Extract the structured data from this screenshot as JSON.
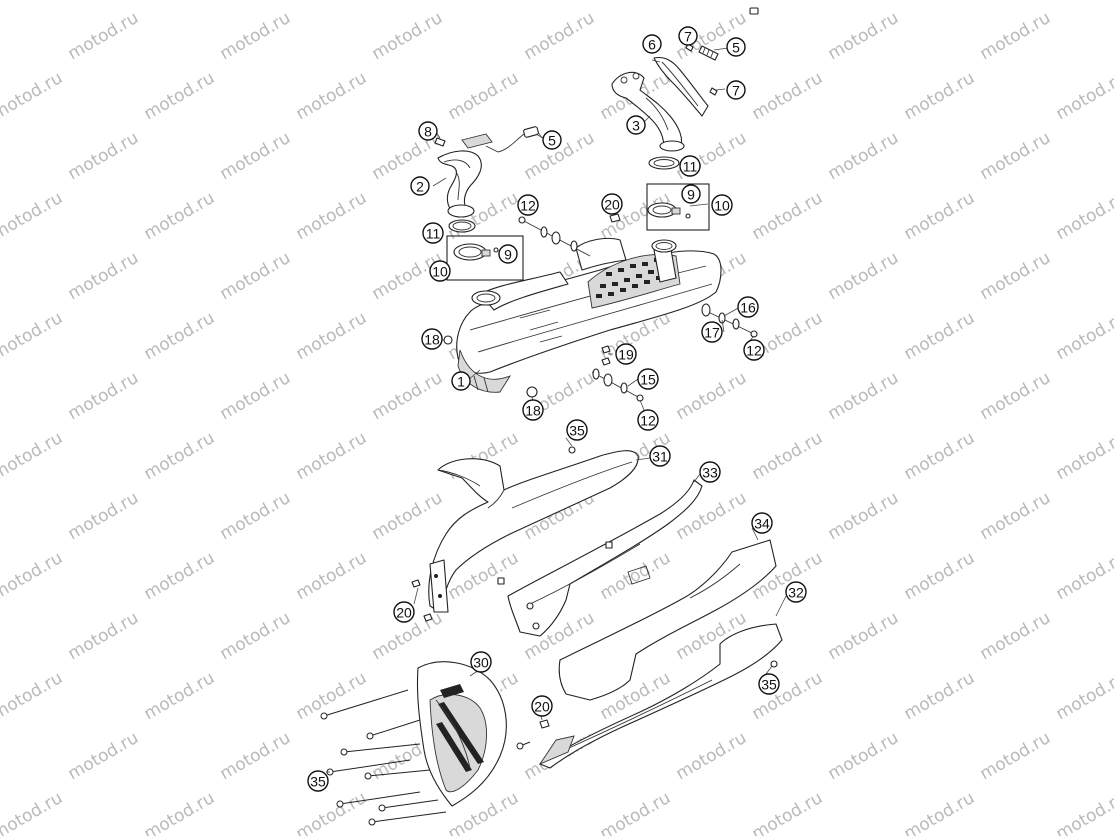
{
  "watermark": {
    "text": "motod.ru"
  },
  "callouts": [
    {
      "key": "c1",
      "label": "1"
    },
    {
      "key": "c2",
      "label": "2"
    },
    {
      "key": "c3",
      "label": "3"
    },
    {
      "key": "c5a",
      "label": "5"
    },
    {
      "key": "c5b",
      "label": "5"
    },
    {
      "key": "c6",
      "label": "6"
    },
    {
      "key": "c7a",
      "label": "7"
    },
    {
      "key": "c7b",
      "label": "7"
    },
    {
      "key": "c8",
      "label": "8"
    },
    {
      "key": "c9a",
      "label": "9"
    },
    {
      "key": "c9b",
      "label": "9"
    },
    {
      "key": "c10a",
      "label": "10"
    },
    {
      "key": "c10b",
      "label": "10"
    },
    {
      "key": "c11a",
      "label": "11"
    },
    {
      "key": "c11b",
      "label": "11"
    },
    {
      "key": "c12a",
      "label": "12"
    },
    {
      "key": "c12b",
      "label": "12"
    },
    {
      "key": "c12c",
      "label": "12"
    },
    {
      "key": "c15",
      "label": "15"
    },
    {
      "key": "c16",
      "label": "16"
    },
    {
      "key": "c17",
      "label": "17"
    },
    {
      "key": "c18a",
      "label": "18"
    },
    {
      "key": "c18b",
      "label": "18"
    },
    {
      "key": "c19",
      "label": "19"
    },
    {
      "key": "c20a",
      "label": "20"
    },
    {
      "key": "c20b",
      "label": "20"
    },
    {
      "key": "c20c",
      "label": "20"
    },
    {
      "key": "c30",
      "label": "30"
    },
    {
      "key": "c31",
      "label": "31"
    },
    {
      "key": "c32",
      "label": "32"
    },
    {
      "key": "c33",
      "label": "33"
    },
    {
      "key": "c34",
      "label": "34"
    },
    {
      "key": "c35a",
      "label": "35"
    },
    {
      "key": "c35b",
      "label": "35"
    },
    {
      "key": "c35c",
      "label": "35"
    }
  ]
}
